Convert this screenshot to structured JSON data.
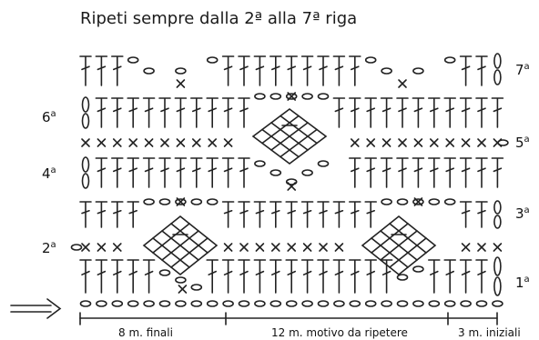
{
  "title": "Ripeti sempre dalla 2ª alla 7ª riga",
  "row_labels": {
    "r1": {
      "num": "1",
      "sup": "a"
    },
    "r2": {
      "num": "2",
      "sup": "a"
    },
    "r3": {
      "num": "3",
      "sup": "a"
    },
    "r4": {
      "num": "4",
      "sup": "a"
    },
    "r5": {
      "num": "5",
      "sup": "a"
    },
    "r6": {
      "num": "6",
      "sup": "a"
    },
    "r7": {
      "num": "7",
      "sup": "a"
    }
  },
  "footer": {
    "left": "8 m. finali",
    "middle": "12 m. motivo da ripetere",
    "right": "3 m. iniziali"
  },
  "icons": [
    "start-arrow-icon",
    "chain-stitch-icon",
    "single-crochet-icon",
    "double-crochet-icon",
    "treble-crochet-icon",
    "picot-icon"
  ]
}
